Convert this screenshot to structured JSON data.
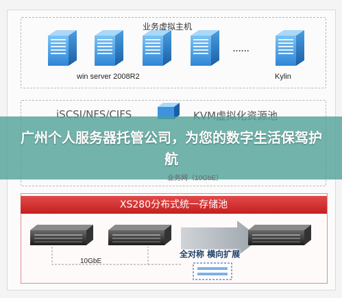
{
  "host_group": {
    "title": "业务虚拟主机",
    "left_label": "win server 2008R2",
    "right_label": "Kylin",
    "ellipsis": "......"
  },
  "protocols": {
    "left": "iSCSI/NFS/CIFS",
    "right": "KVM虚拟化资源池"
  },
  "overlay": {
    "headline": "广州个人服务器托管公司，为您的数字生活保驾护航"
  },
  "network": {
    "business_net": "业务网（10GbE）",
    "link_speed": "10GbE"
  },
  "storage": {
    "pool_title": "XS280分布式统一存储池",
    "scale_text": "全对称 横向扩展"
  },
  "colors": {
    "brand_red": "#d12b2b",
    "overlay_teal": "#4ca096",
    "server_blue": "#2f86d6"
  }
}
